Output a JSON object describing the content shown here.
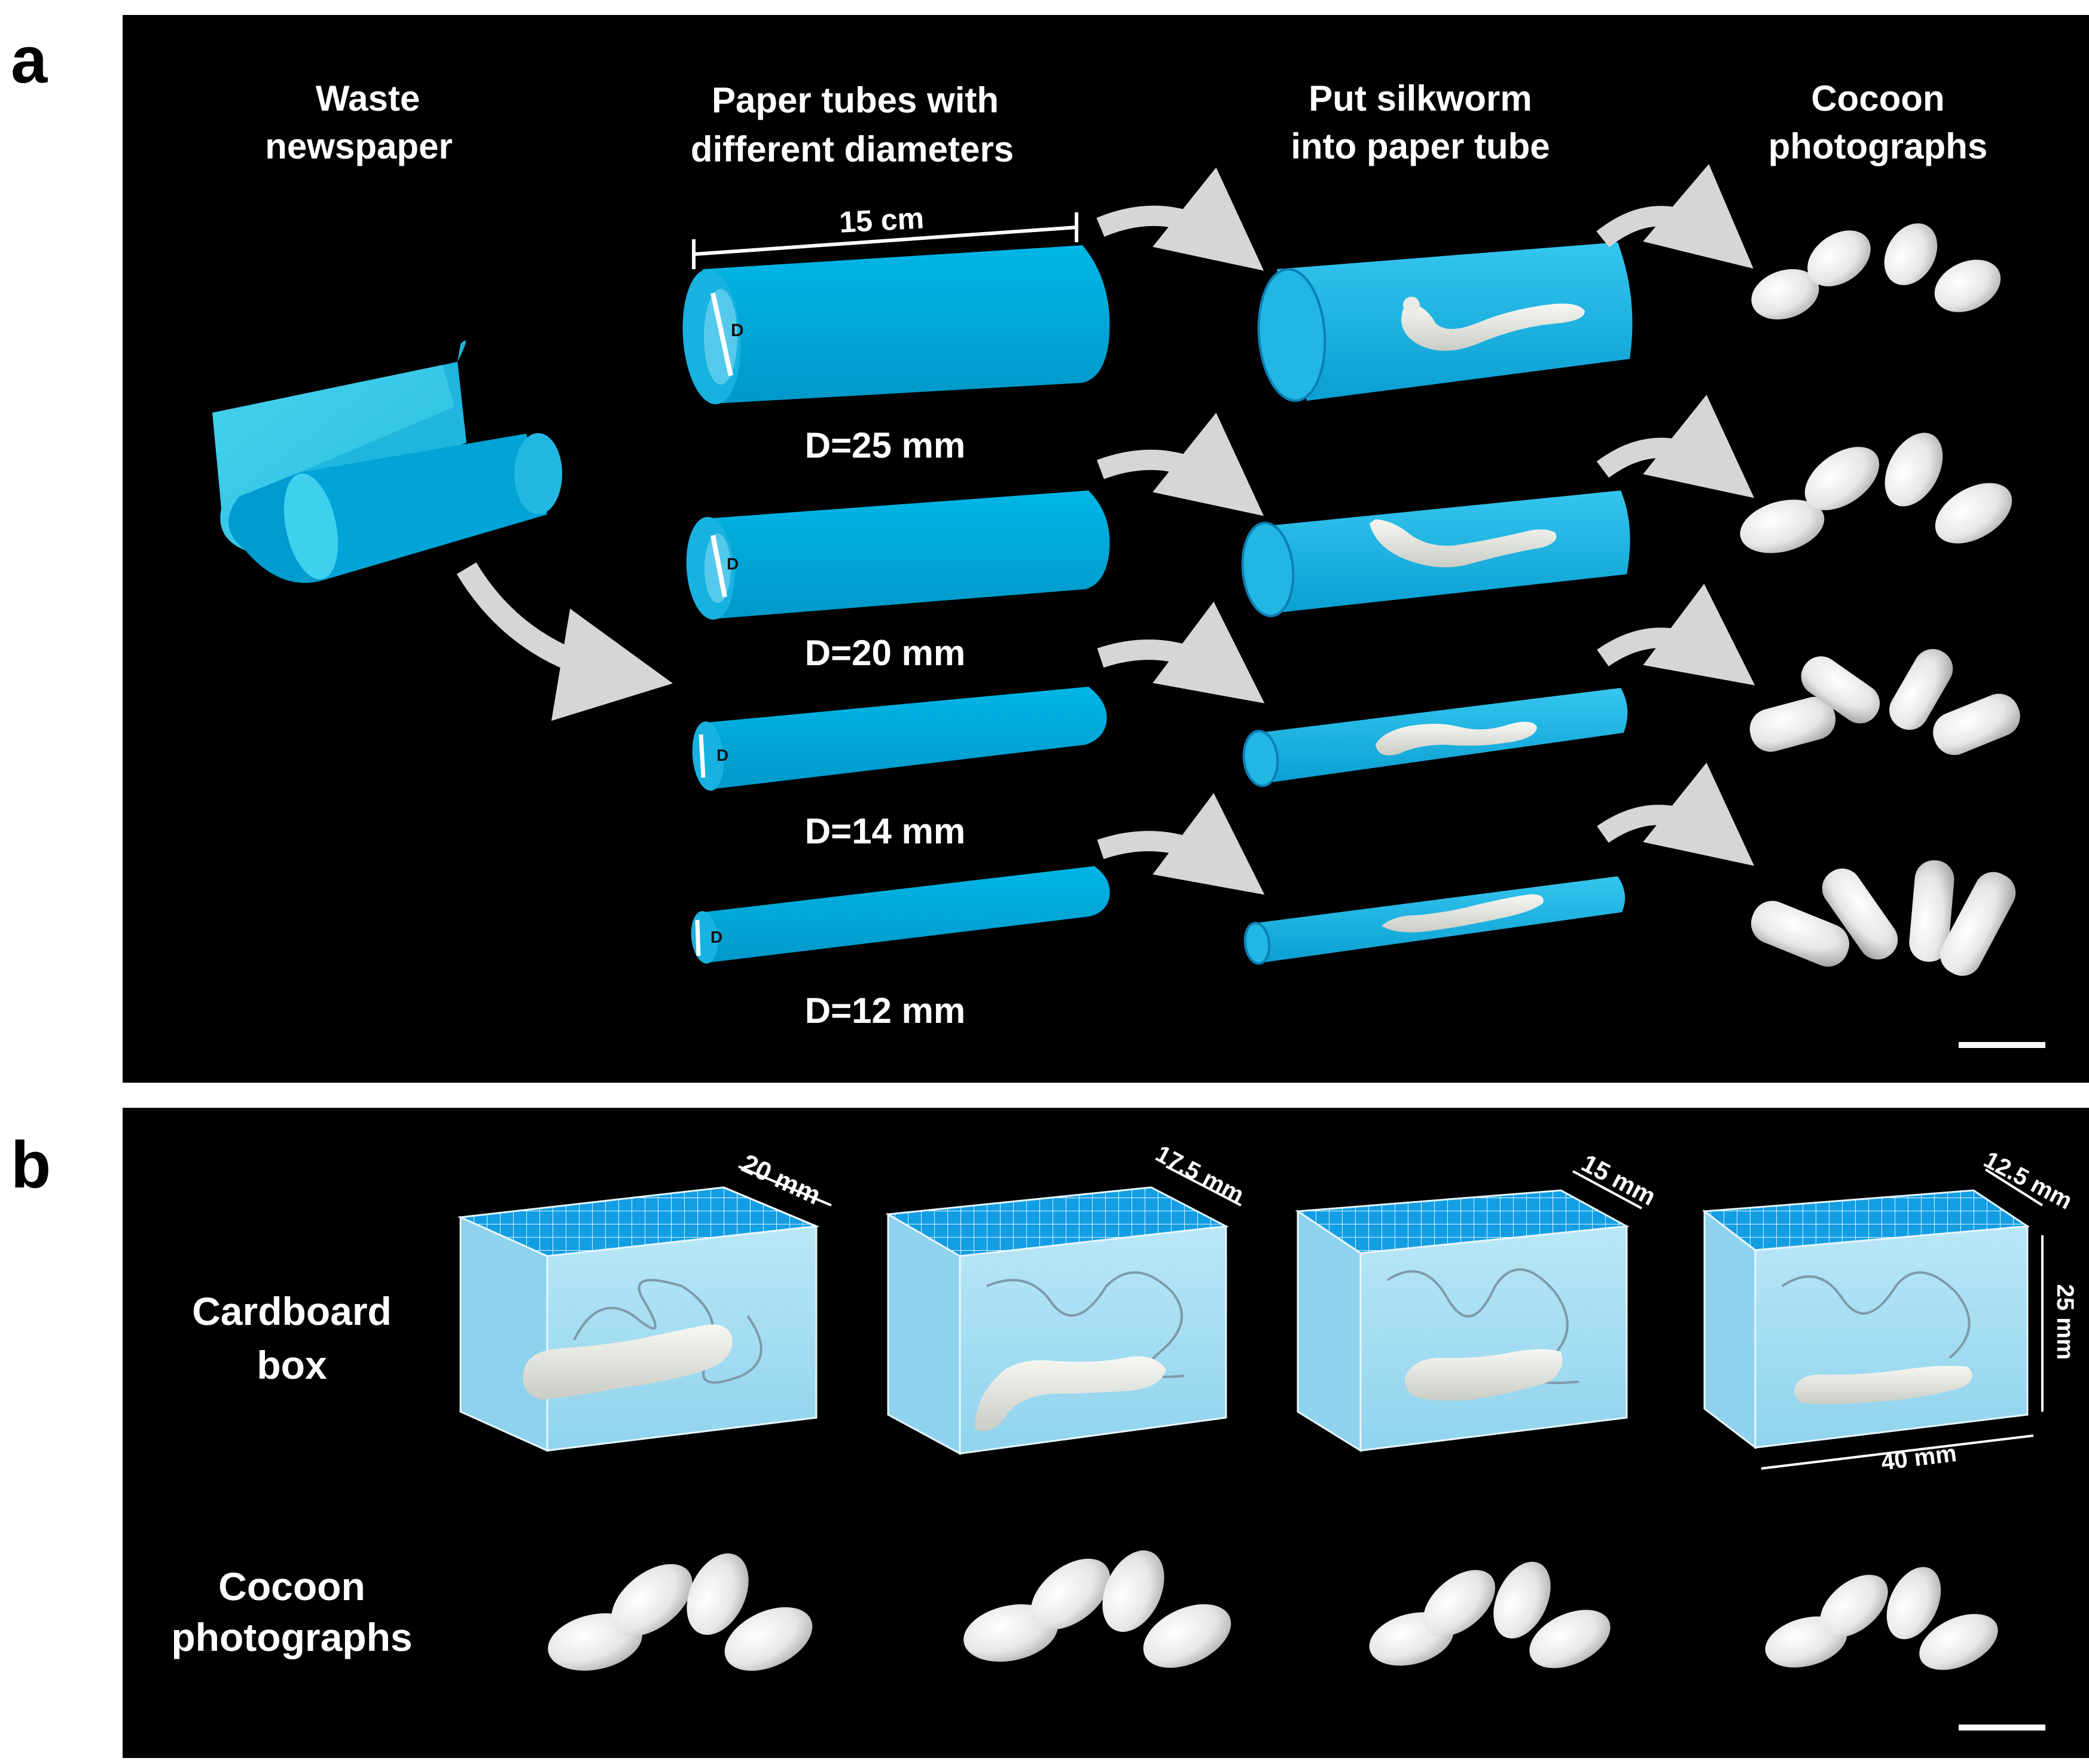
{
  "panel_a": {
    "letter": "a",
    "headers": {
      "col1": [
        "Waste",
        "newspaper"
      ],
      "col2": [
        "Paper tubes with",
        "different diameters"
      ],
      "col3": [
        "Put silkworm",
        "into paper tube"
      ],
      "col4": [
        "Cocoon",
        "photographs"
      ]
    },
    "length_label": "15 cm",
    "diameter_marker": "D",
    "rows": [
      {
        "label": "D=25 mm"
      },
      {
        "label": "D=20 mm"
      },
      {
        "label": "D=14 mm"
      },
      {
        "label": "D=12 mm"
      }
    ]
  },
  "panel_b": {
    "letter": "b",
    "row_labels": {
      "box": [
        "Cardboard",
        "box"
      ],
      "cocoon": [
        "Cocoon",
        "photographs"
      ]
    },
    "boxes": [
      {
        "depth_label": "20 mm"
      },
      {
        "depth_label": "17.5 mm"
      },
      {
        "depth_label": "15 mm"
      },
      {
        "depth_label": "12.5 mm"
      }
    ],
    "height_label": "25 mm",
    "width_label": "40 mm"
  },
  "colors": {
    "panel_bg": "#000000",
    "tube_blue": "#00aede",
    "sheet_blue": "#3ccbe8",
    "box_blue": "#a9def2",
    "grid_top": "#1a9fe0",
    "arrow_gray": "#d3d3d3",
    "cocoon_white": "#ebebeb"
  }
}
